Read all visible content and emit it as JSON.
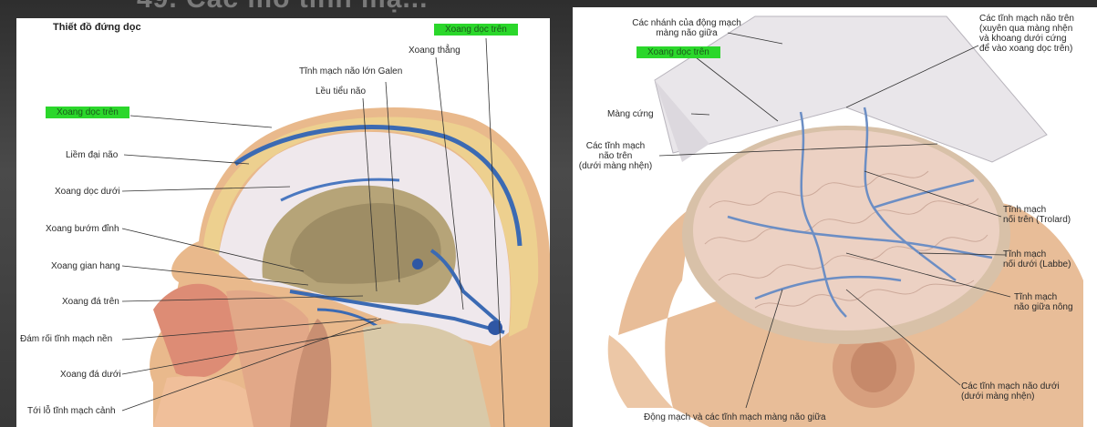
{
  "slide": {
    "title_fragment": "49. Các mô tĩnh mạ..."
  },
  "left_panel": {
    "heading": "Thiết đồ đứng dọc",
    "labels": {
      "xoang_doc_tren_top": "Xoang dọc trên",
      "xoang_thang": "Xoang thẳng",
      "tinh_mach_galen": "Tĩnh mạch não lớn Galen",
      "leu_tieu_nao": "Lều tiểu não",
      "xoang_doc_tren_left": "Xoang dọc trên",
      "liem_dai_nao": "Liềm đại não",
      "xoang_doc_duoi": "Xoang dọc dưới",
      "xoang_buom_dinh": "Xoang bướm đỉnh",
      "xoang_gian_hang": "Xoang gian hang",
      "xoang_da_tren": "Xoang đá trên",
      "dam_roi": "Đám rối tĩnh mạch nền",
      "xoang_da_duoi": "Xoang đá dưới",
      "toi_lo": "Tới lỗ tĩnh mạch cảnh"
    }
  },
  "right_panel": {
    "labels": {
      "cac_nhanh": "Các nhánh của động mạch\nmàng não giữa",
      "xoang_doc_tren": "Xoang dọc trên",
      "mang_cung": "Màng cứng",
      "tm_nao_tren": "Các tĩnh mạch\nnão trên\n(dưới màng nhện)",
      "tm_nao_tren_right": "Các tĩnh mạch não trên\n(xuyên qua màng nhện\nvà khoang dưới cứng\nđể vào xoang dọc trên)",
      "trolard": "Tĩnh mạch\nnối trên (Trolard)",
      "labbe": "Tĩnh mạch\nnối dưới (Labbe)",
      "nao_giua_nong": "Tĩnh mạch\nnão giữa nông",
      "tm_nao_duoi": "Các tĩnh mạch não dưới\n(dưới màng nhện)",
      "dong_mach": "Động mạch và các tĩnh mạch màng não giữa"
    }
  },
  "colors": {
    "highlight": "#2bd72b",
    "vein_blue": "#4a6fb5",
    "skin": "#e8b88a",
    "bone": "#e9c98a",
    "brain": "#e8cfc0"
  }
}
